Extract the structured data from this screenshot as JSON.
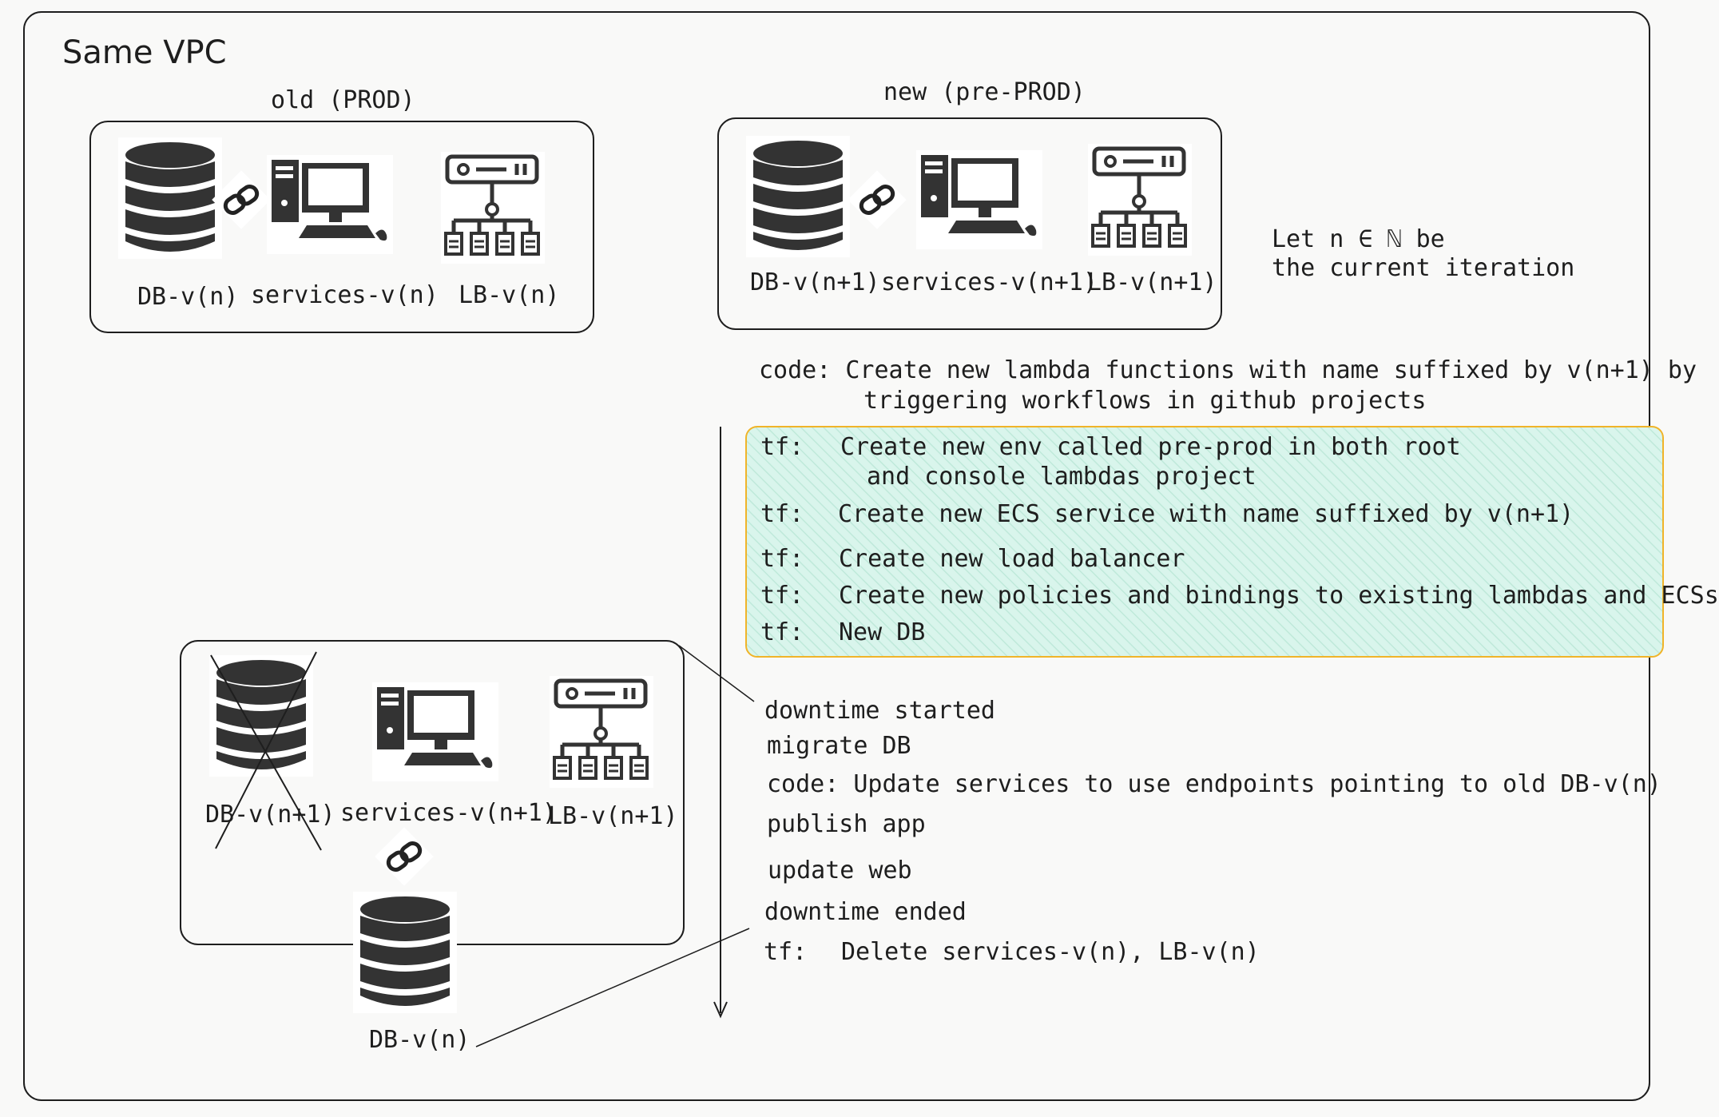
{
  "vpc": {
    "title": "Same VPC"
  },
  "old_group": {
    "title": "old (PROD)",
    "db_label": "DB-v(n)",
    "services_label": "services-v(n)",
    "lb_label": "LB-v(n)"
  },
  "new_group": {
    "title": "new (pre-PROD)",
    "db_label": "DB-v(n+1)",
    "services_label": "services-v(n+1)",
    "lb_label": "LB-v(n+1)"
  },
  "note": {
    "line1": "Let n ∈ ℕ be",
    "line2": "the current iteration"
  },
  "code_step": {
    "line1": "code: Create new lambda functions with name suffixed by v(n+1) by",
    "line2": "triggering workflows in github projects"
  },
  "tf_steps": [
    {
      "prefix": "tf:",
      "text": "Create new env called pre-prod in both root",
      "text2": "and console lambdas project"
    },
    {
      "prefix": "tf:",
      "text": "Create new ECS service with name suffixed by v(n+1)"
    },
    {
      "prefix": "tf:",
      "text": "Create new load balancer"
    },
    {
      "prefix": "tf:",
      "text": "Create new policies and bindings to existing lambdas and ECSs"
    },
    {
      "prefix": "tf:",
      "text": "New DB"
    }
  ],
  "downtime_steps": [
    "downtime started",
    "migrate DB",
    "code: Update services to use endpoints pointing to old DB-v(n)",
    "publish app",
    "update web",
    "downtime ended"
  ],
  "final_step": {
    "prefix": "tf:",
    "text": "Delete services-v(n), LB-v(n)"
  },
  "result_group": {
    "db_label": "DB-v(n+1)",
    "services_label": "services-v(n+1)",
    "lb_label": "LB-v(n+1)",
    "old_db_label": "DB-v(n)"
  },
  "colors": {
    "stroke": "#1e1e1e",
    "icon": "#333333",
    "highlight_fill": "#d9f5ec",
    "highlight_border": "#f0b429",
    "background": "#f9f9f8"
  },
  "icons": [
    "database-icon",
    "computer-icon",
    "load-balancer-icon",
    "link-icon"
  ]
}
